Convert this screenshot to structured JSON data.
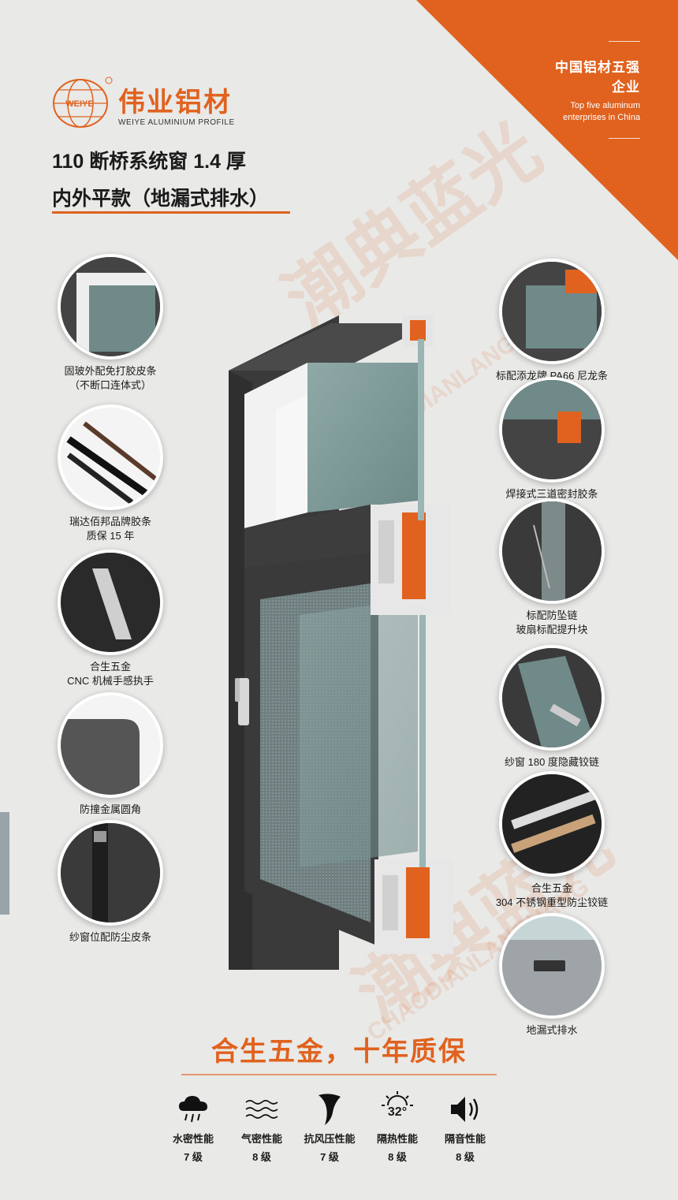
{
  "colors": {
    "accent": "#e0621e",
    "frame": "#3a3a3a",
    "glass": "#7e9a9a",
    "background": "#e9e9e7"
  },
  "corner": {
    "title": "中国铝材五强企业",
    "en_line1": "Top five aluminum",
    "en_line2": "enterprises in China"
  },
  "brand": {
    "logo_text": "WEIYE",
    "name_cn": "伟业铝材",
    "name_en": "WEIYE ALUMINIUM PROFILE"
  },
  "heading": {
    "line1": "110 断桥系统窗 1.4 厚",
    "line2": "内外平款（地漏式排水）"
  },
  "watermark": {
    "cn": "潮典蓝光",
    "en": "CHAODIANLANGUANG"
  },
  "features_left": [
    {
      "line1": "固玻外配免打胶皮条",
      "line2": "（不断口连体式）",
      "icon": "glass-seal-icon"
    },
    {
      "line1": "瑞达佰邦品牌胶条",
      "line2": "质保 15 年",
      "icon": "rubber-strip-icon"
    },
    {
      "line1": "合生五金",
      "line2": "CNC 机械手感执手",
      "icon": "handle-icon"
    },
    {
      "line1": "防撞金属圆角",
      "line2": "",
      "icon": "corner-icon"
    },
    {
      "line1": "纱窗位配防尘皮条",
      "line2": "",
      "icon": "dust-strip-icon"
    }
  ],
  "features_right": [
    {
      "line1": "标配添龙牌 PA66 尼龙条",
      "line2": "",
      "icon": "nylon-strip-icon"
    },
    {
      "line1": "焊接式三道密封胶条",
      "line2": "",
      "icon": "triple-seal-icon"
    },
    {
      "line1": "标配防坠链",
      "line2": "玻扇标配提升块",
      "icon": "safety-chain-icon"
    },
    {
      "line1": "纱窗 180 度隐藏铰链",
      "line2": "",
      "icon": "hidden-hinge-icon"
    },
    {
      "line1": "合生五金",
      "line2": "304 不锈钢重型防尘铰链",
      "icon": "steel-hinge-icon"
    },
    {
      "line1": "地漏式排水",
      "line2": "",
      "icon": "drain-icon"
    }
  ],
  "slogan": "合生五金，十年质保",
  "performance": [
    {
      "label": "水密性能",
      "level": "7 级",
      "icon": "rain-cloud-icon"
    },
    {
      "label": "气密性能",
      "level": "8 级",
      "icon": "air-waves-icon"
    },
    {
      "label": "抗风压性能",
      "level": "7 级",
      "icon": "wind-icon"
    },
    {
      "label": "隔热性能",
      "level": "8 级",
      "icon": "sun-temperature-icon",
      "badge": "32°"
    },
    {
      "label": "隔音性能",
      "level": "8 级",
      "icon": "speaker-icon"
    }
  ]
}
